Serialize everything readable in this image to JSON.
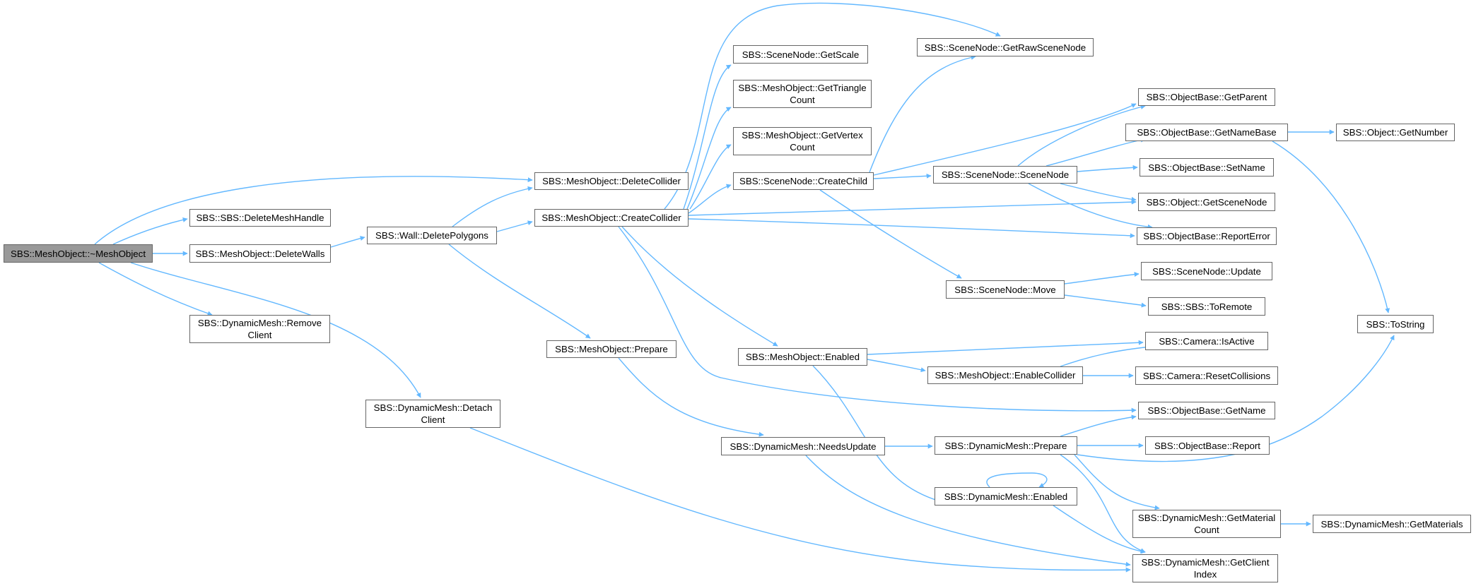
{
  "colors": {
    "edge": "#63b8ff",
    "node_border": "#666666",
    "root_fill": "#999999",
    "node_fill": "#ffffff"
  },
  "nodes": {
    "n_root": "SBS::MeshObject::~MeshObject",
    "n_deletemeshhandle": "SBS::SBS::DeleteMeshHandle",
    "n_deletewalls": "SBS::MeshObject::DeleteWalls",
    "n_removeclient": "SBS::DynamicMesh::Remove\nClient",
    "n_detachclient": "SBS::DynamicMesh::Detach\nClient",
    "n_deletepolygons": "SBS::Wall::DeletePolygons",
    "n_deletecollider": "SBS::MeshObject::DeleteCollider",
    "n_createcollider": "SBS::MeshObject::CreateCollider",
    "n_mo_prepare": "SBS::MeshObject::Prepare",
    "n_getscale": "SBS::SceneNode::GetScale",
    "n_gettriangle": "SBS::MeshObject::GetTriangle\nCount",
    "n_getvertex": "SBS::MeshObject::GetVertex\nCount",
    "n_createchild": "SBS::SceneNode::CreateChild",
    "n_mo_enabled": "SBS::MeshObject::Enabled",
    "n_needsupdate": "SBS::DynamicMesh::NeedsUpdate",
    "n_getrawscenenode": "SBS::SceneNode::GetRawSceneNode",
    "n_scenenode": "SBS::SceneNode::SceneNode",
    "n_move": "SBS::SceneNode::Move",
    "n_enablecollider": "SBS::MeshObject::EnableCollider",
    "n_dm_prepare": "SBS::DynamicMesh::Prepare",
    "n_dm_enabled": "SBS::DynamicMesh::Enabled",
    "n_getparent": "SBS::ObjectBase::GetParent",
    "n_getnamebase": "SBS::ObjectBase::GetNameBase",
    "n_setname": "SBS::ObjectBase::SetName",
    "n_getscenenode": "SBS::Object::GetSceneNode",
    "n_reporterror": "SBS::ObjectBase::ReportError",
    "n_update": "SBS::SceneNode::Update",
    "n_toremote": "SBS::SBS::ToRemote",
    "n_isactive": "SBS::Camera::IsActive",
    "n_resetcollisions": "SBS::Camera::ResetCollisions",
    "n_getname": "SBS::ObjectBase::GetName",
    "n_report": "SBS::ObjectBase::Report",
    "n_getmaterialcount": "SBS::DynamicMesh::GetMaterial\nCount",
    "n_getclientindex": "SBS::DynamicMesh::GetClient\nIndex",
    "n_getnumber": "SBS::Object::GetNumber",
    "n_tostring": "SBS::ToString",
    "n_getmaterials": "SBS::DynamicMesh::GetMaterials"
  }
}
